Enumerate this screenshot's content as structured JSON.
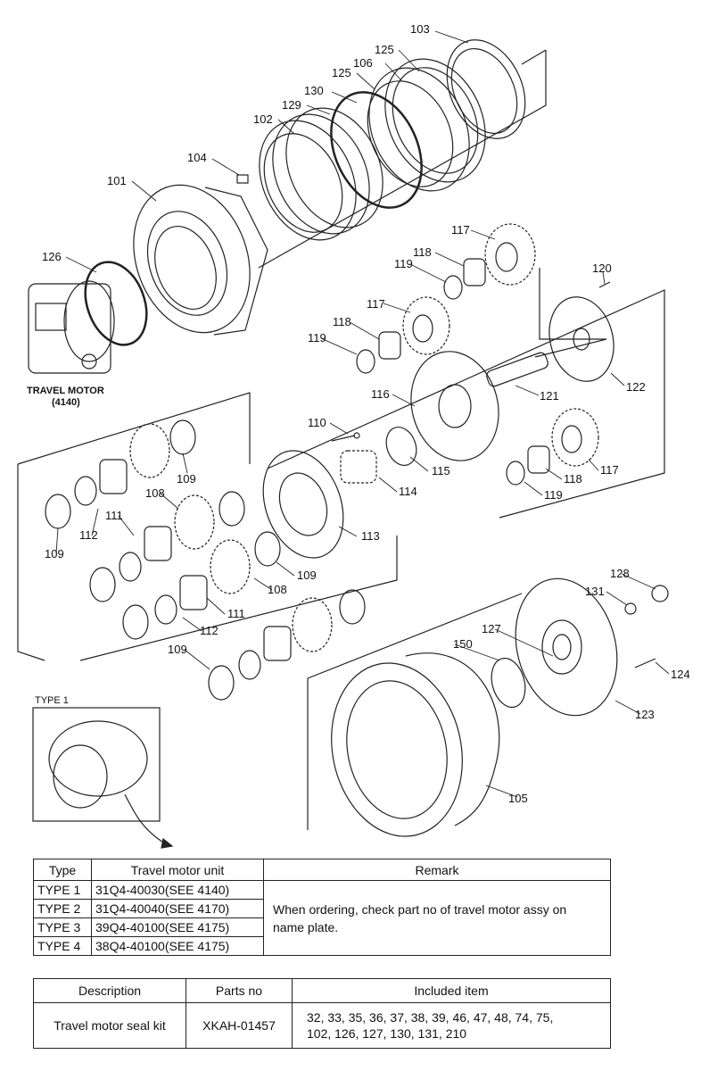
{
  "callouts": [
    "103",
    "125",
    "106",
    "125",
    "130",
    "129",
    "102",
    "104",
    "101",
    "126",
    "117",
    "118",
    "119",
    "120",
    "117",
    "118",
    "119",
    "116",
    "121",
    "122",
    "110",
    "115",
    "114",
    "117",
    "118",
    "119",
    "109",
    "108",
    "111",
    "112",
    "109",
    "113",
    "109",
    "108",
    "111",
    "112",
    "109",
    "128",
    "131",
    "127",
    "150",
    "124",
    "123",
    "105"
  ],
  "captions": {
    "travel_motor": "TRAVEL MOTOR",
    "travel_motor_ref": "(4140)",
    "type1_box": "TYPE 1"
  },
  "type_table": {
    "headers": [
      "Type",
      "Travel motor unit",
      "Remark"
    ],
    "rows": [
      {
        "type": "TYPE 1",
        "unit": "31Q4-40030(SEE 4140)"
      },
      {
        "type": "TYPE 2",
        "unit": "31Q4-40040(SEE 4170)"
      },
      {
        "type": "TYPE 3",
        "unit": "39Q4-40100(SEE 4175)"
      },
      {
        "type": "TYPE 4",
        "unit": "38Q4-40100(SEE 4175)"
      }
    ],
    "remark": "When ordering, check part no of travel motor assy on name plate."
  },
  "seal_table": {
    "headers": [
      "Description",
      "Parts no",
      "Included item"
    ],
    "row": {
      "description": "Travel motor seal kit",
      "parts_no": "XKAH-01457",
      "items_line1": "32, 33, 35, 36, 37, 38, 39, 46, 47, 48, 74, 75,",
      "items_line2": "102, 126, 127, 130, 131, 210"
    }
  }
}
